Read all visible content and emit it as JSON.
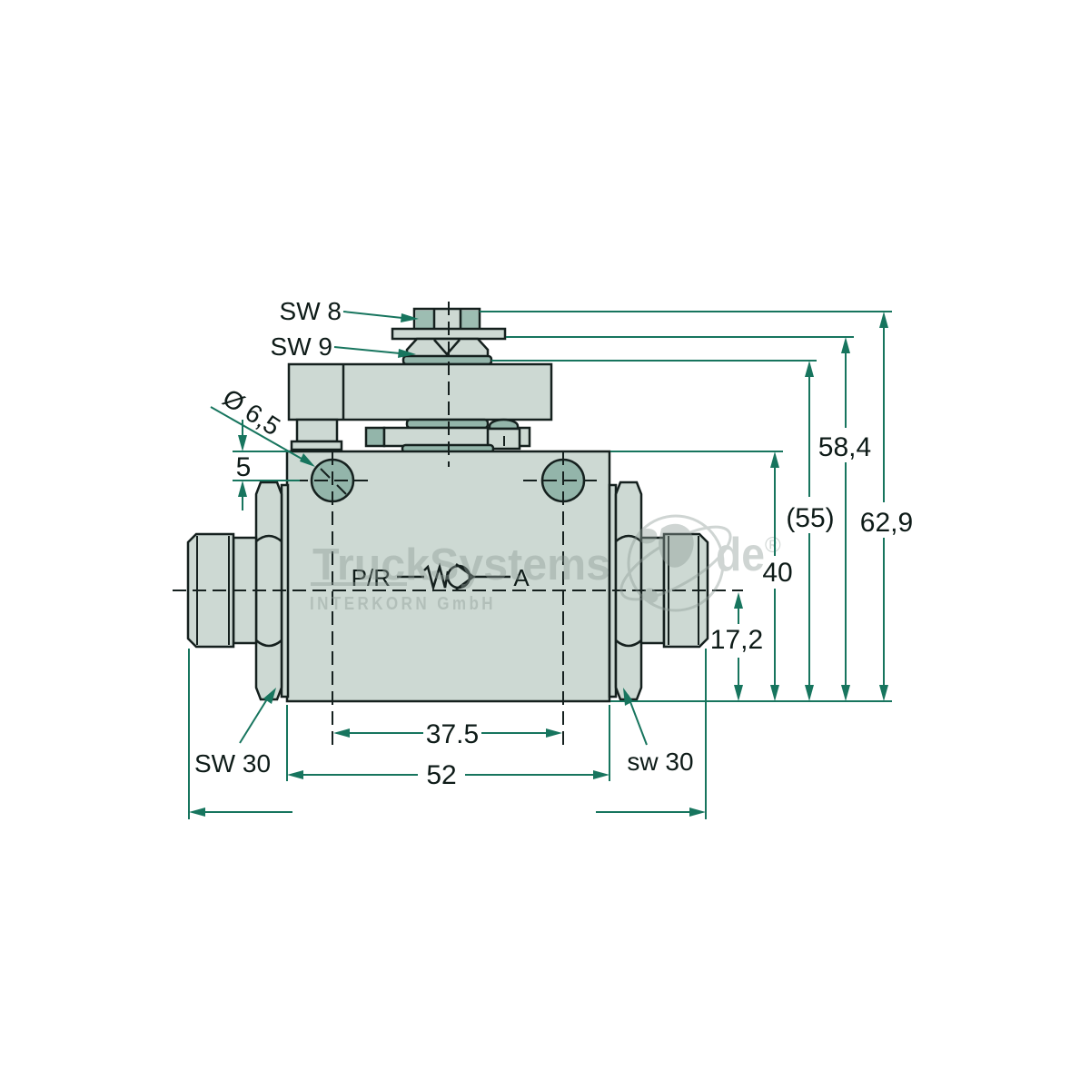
{
  "drawing": {
    "description": "Technical dimension drawing of a hydraulic check valve block with two mounting holes, top adjustment screw assembly and two threaded side ports",
    "callouts": {
      "sw8": "SW 8",
      "sw9": "SW 9",
      "diameter": "Ø 6,5",
      "offset5": "5",
      "sw30_left": "SW 30",
      "sw30_right": "sw 30"
    },
    "ports": {
      "left": "P/R",
      "right": "A"
    },
    "dims": {
      "h17_2": "17,2",
      "h40": "40",
      "h55": "(55)",
      "h58_4": "58,4",
      "h62_9": "62,9",
      "w37_5": "37.5",
      "w52": "52"
    },
    "watermark": {
      "brand": "TruckSystems",
      "suffix": "de",
      "registered": "®",
      "subtitle": "INTERKORN GmbH"
    },
    "colors": {
      "dimension_green": "#17755e",
      "body_fill": "#cdd9d3",
      "dark_fill": "#93b5aa",
      "outline": "#15201e",
      "watermark_gray": "#8f9c97"
    }
  }
}
